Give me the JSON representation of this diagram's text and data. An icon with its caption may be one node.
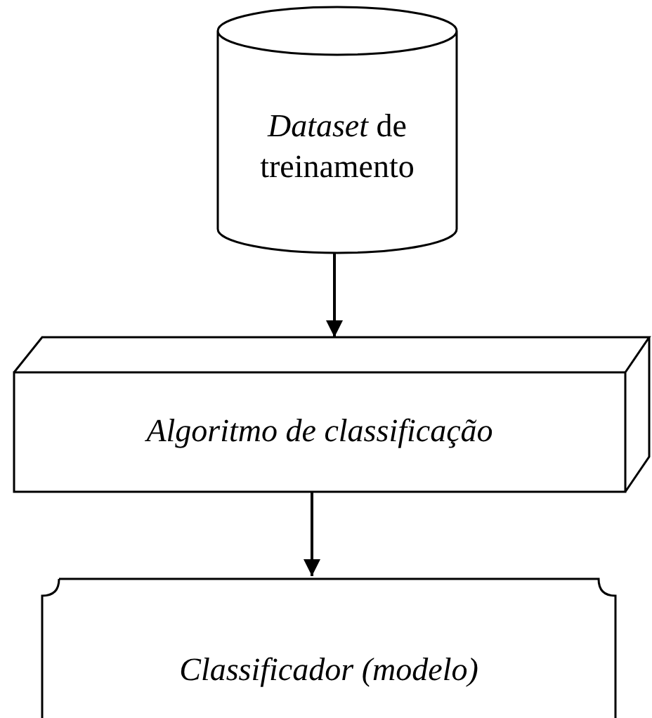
{
  "diagram": {
    "nodes": [
      {
        "text": [
          "*Dataset* de treinamento"
        ]
      },
      {
        "text": [
          "Algoritmo de classificação"
        ]
      },
      {
        "text": [
          "Classificador (modelo)"
        ]
      }
    ],
    "edges": [
      {
        "from": 0,
        "to": 1,
        "arrow": "to"
      },
      {
        "from": 1,
        "to": 2,
        "arrow": "to"
      }
    ]
  }
}
